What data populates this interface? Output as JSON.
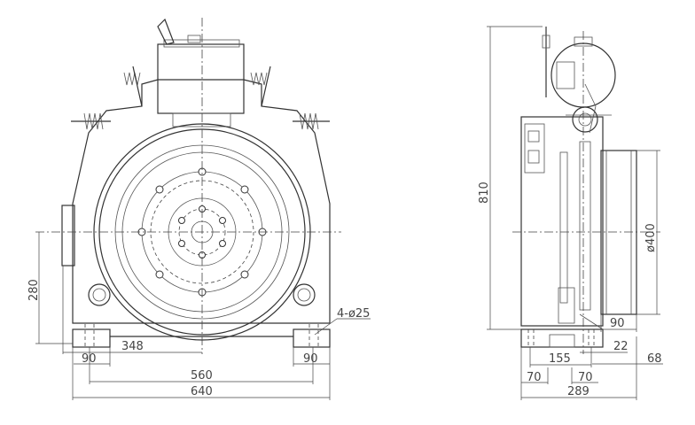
{
  "front_view": {
    "dims": {
      "height_axis": "280",
      "axis_offset": "348",
      "foot_left": "90",
      "foot_right": "90",
      "bolt_spacing": "560",
      "overall_width": "640",
      "bolt_holes": "4-ø25"
    }
  },
  "side_view": {
    "dims": {
      "overall_height": "810",
      "sheave_diameter": "ø400",
      "sheave_width": "90",
      "offset_22": "22",
      "offset_68": "68",
      "bolt_spacing": "155",
      "foot_left": "70",
      "foot_right": "70",
      "overall_depth": "289"
    }
  }
}
